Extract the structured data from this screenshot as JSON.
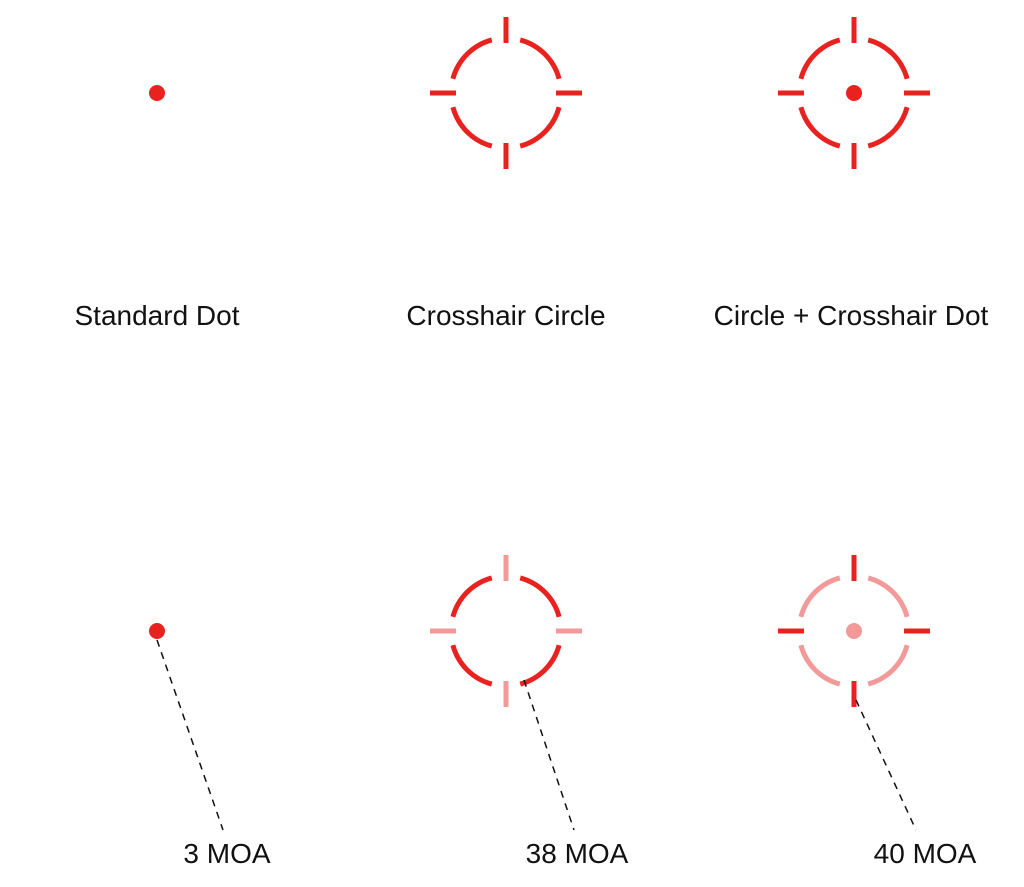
{
  "colors": {
    "red": "#e8231f",
    "light_red": "#f29a9a",
    "leader": "#111111",
    "text": "#111111"
  },
  "reticles": [
    {
      "name": "Standard Dot",
      "type": "dot"
    },
    {
      "name": "Crosshair Circle",
      "type": "crosshair-circle"
    },
    {
      "name": "Circle + Crosshair Dot",
      "type": "crosshair-circle-dot"
    }
  ],
  "sizes": [
    {
      "label": "3 MOA",
      "highlight": "dot",
      "dimmed": []
    },
    {
      "label": "38 MOA",
      "highlight": "circle",
      "dimmed": [
        "ticks"
      ]
    },
    {
      "label": "40 MOA",
      "highlight": "ticks",
      "dimmed": [
        "circle",
        "dot"
      ]
    }
  ]
}
